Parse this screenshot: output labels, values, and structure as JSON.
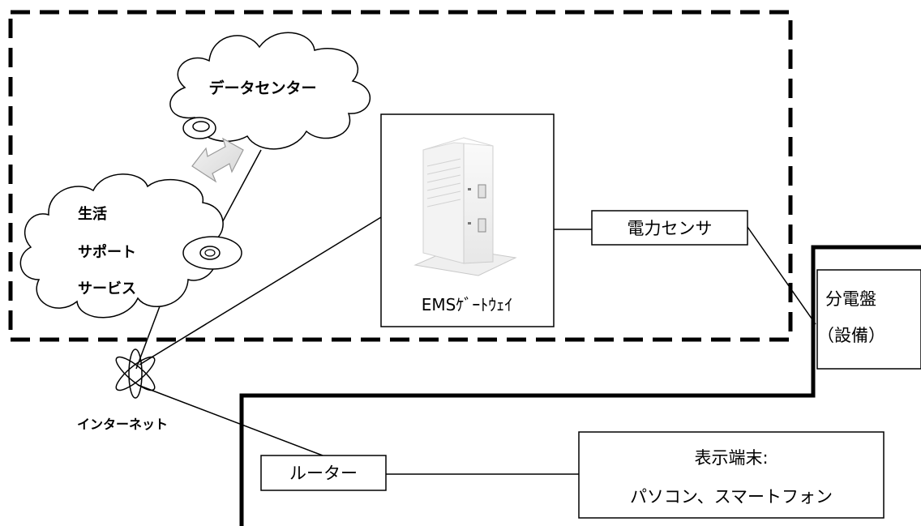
{
  "data_center": {
    "label": "データセンター"
  },
  "life_support": {
    "line1": "生活",
    "line2": "サポート",
    "line3": "サービス"
  },
  "gateway": {
    "label": "EMSｹﾞｰﾄｳｪｲ"
  },
  "power_sensor": {
    "label": "電力センサ"
  },
  "distribution_board": {
    "line1": "分電盤",
    "line2": "（設備）"
  },
  "internet": {
    "label": "インターネット"
  },
  "router": {
    "label": "ルーター"
  },
  "display_terminal": {
    "line1": "表示端末:",
    "line2": "パソコン、スマートフォン"
  }
}
